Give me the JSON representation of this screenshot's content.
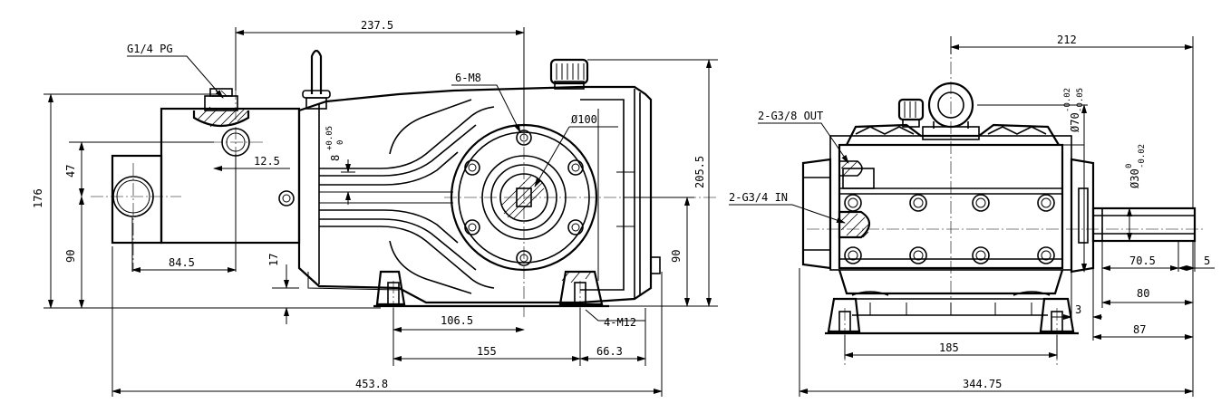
{
  "left_view": {
    "dims": {
      "overall_length": "453.8",
      "top_length": "237.5",
      "base_155": "155",
      "base_106": "106.5",
      "foot_66": "66.3",
      "port_offset": "84.5",
      "height_176": "176",
      "height_90": "90",
      "height_47": "47",
      "height_17": "17",
      "height_205": "205.5",
      "shaft_center_90": "90",
      "port_12": "12.5",
      "diameter_100": "Ø100"
    },
    "labels": {
      "gauge_port": "G1/4 PG",
      "bolts_6": "6-M8",
      "bolts_4": "4-M12",
      "tolerance_base": "8",
      "tolerance_upper": "+0.05",
      "tolerance_lower": "0"
    }
  },
  "right_view": {
    "dims": {
      "width_212": "212",
      "overall_344": "344.75",
      "base_185": "185",
      "shaft_70_5": "70.5",
      "shaft_5": "5",
      "shaft_80": "80",
      "shaft_87": "87",
      "shaft_3": "3",
      "dia_70_base": "Ø70",
      "dia_70_upper": "-0.02",
      "dia_70_lower": "-0.05",
      "dia_30_base": "Ø30",
      "dia_30_upper": "0",
      "dia_30_lower": "-0.02"
    },
    "labels": {
      "outlet": "2-G3/8 OUT",
      "inlet": "2-G3/4 IN"
    }
  }
}
